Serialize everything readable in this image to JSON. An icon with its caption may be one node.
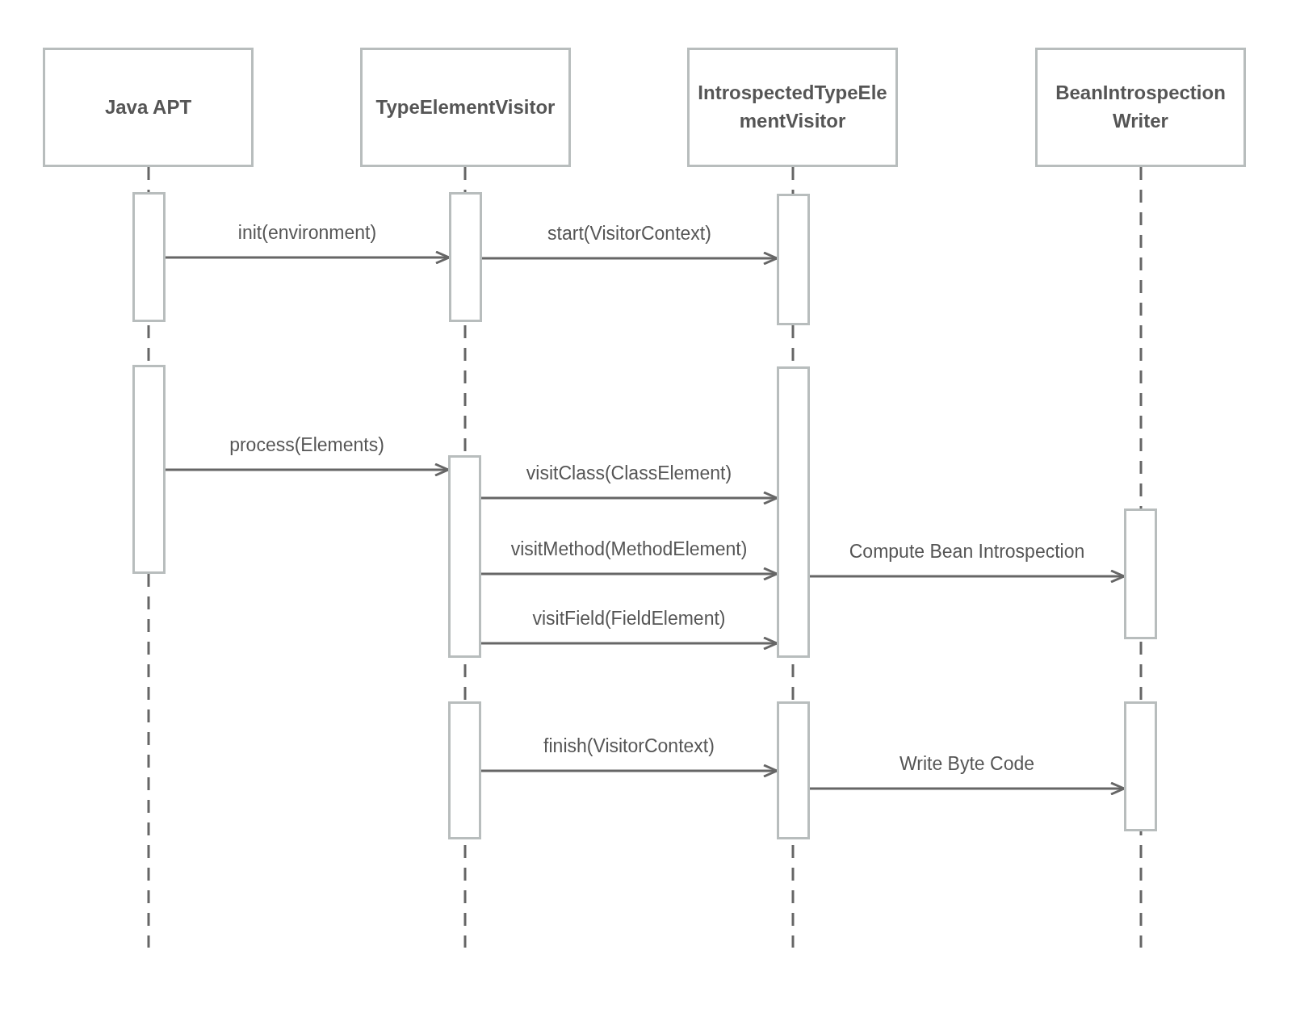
{
  "diagram": {
    "nodes": [
      {
        "text": [
          "Java APT"
        ]
      },
      {
        "text": [
          "TypeElementVisitor"
        ]
      },
      {
        "text": [
          "IntrospectedTypeElementVisitor"
        ]
      },
      {
        "text": [
          "BeanIntrospection Writer"
        ]
      },
      {
        "text": [],
        "shape": "bar"
      },
      {
        "text": [],
        "shape": "bar"
      },
      {
        "text": [],
        "shape": "bar"
      },
      {
        "text": [],
        "shape": "bar"
      },
      {
        "text": [],
        "shape": "bar"
      },
      {
        "text": [],
        "shape": "bar"
      },
      {
        "text": [],
        "shape": "bar"
      },
      {
        "text": [],
        "shape": "bar"
      },
      {
        "text": [],
        "shape": "bar"
      },
      {
        "text": [],
        "shape": "bar"
      }
    ],
    "edges": [
      {
        "from": 4,
        "to": 5,
        "arrow": "to",
        "label": "init(environment)"
      },
      {
        "from": 5,
        "to": 6,
        "arrow": "to",
        "label": "start(VisitorContext)"
      },
      {
        "from": 7,
        "to": 9,
        "arrow": "to",
        "label": "process(Elements)"
      },
      {
        "from": 9,
        "to": 8,
        "arrow": "to",
        "label": "visitClass(ClassElement)"
      },
      {
        "from": 9,
        "to": 8,
        "arrow": "to",
        "label": "visitMethod(MethodElement)"
      },
      {
        "from": 9,
        "to": 8,
        "arrow": "to",
        "label": "visitField(FieldElement)"
      },
      {
        "from": 8,
        "to": 10,
        "arrow": "to",
        "label": "Compute Bean Introspection"
      },
      {
        "from": 11,
        "to": 12,
        "arrow": "to",
        "label": "finish(VisitorContext)"
      },
      {
        "from": 12,
        "to": 13,
        "arrow": "to",
        "label": "Write Byte Code"
      }
    ]
  }
}
